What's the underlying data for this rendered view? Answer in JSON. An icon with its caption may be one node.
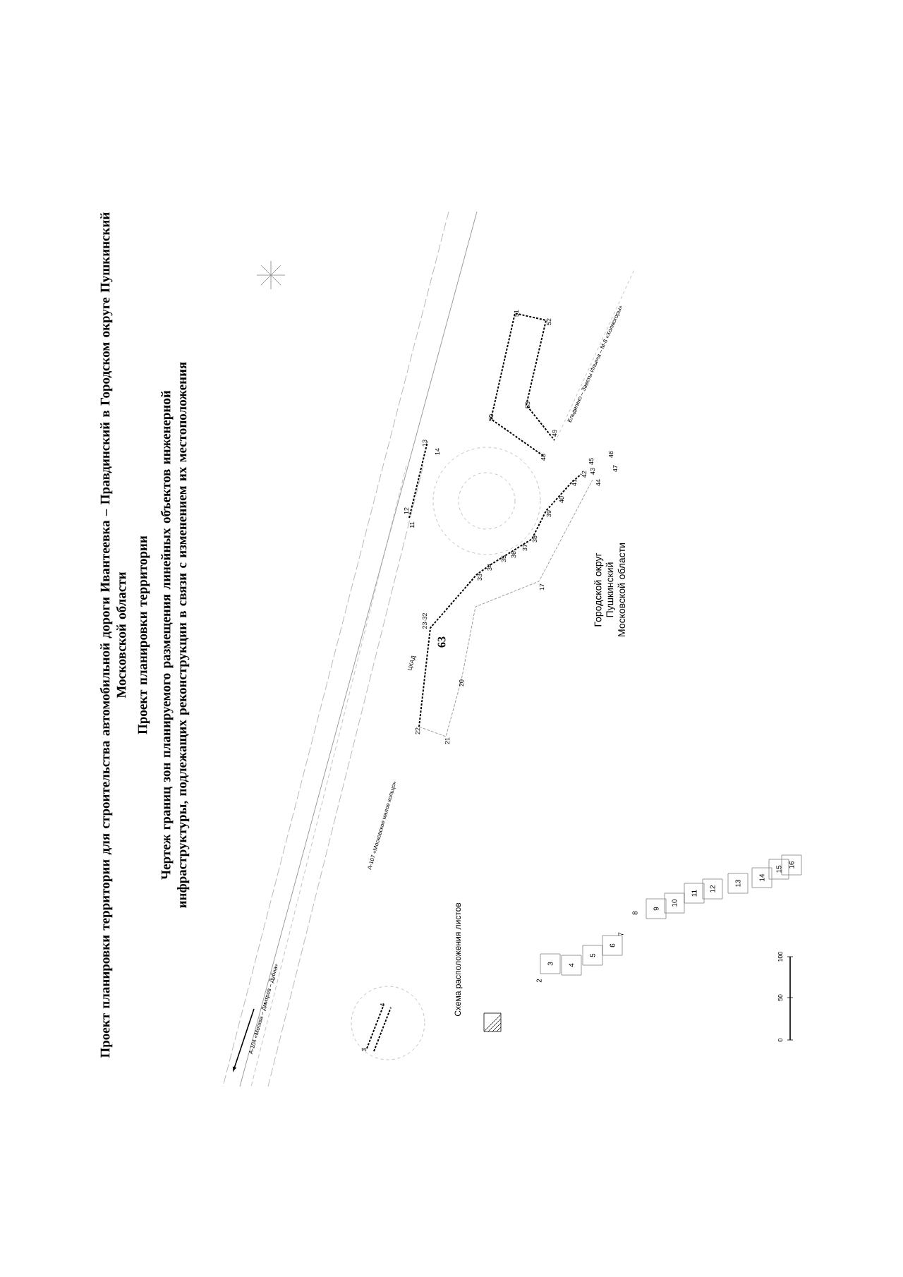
{
  "diagram": {
    "title": "Проект планировки территории для строительства автомобильной дороги Ивантеевка – Правдинский в Городском округе Пушкинский Московской области",
    "labels": [
      "63",
      "Проект планировки территории",
      "Чертеж границ зон планируемого размещения линейных объектов инженерной инфраструктуры, подлежащих реконструкции в связи с изменением их местоположения",
      "ЦКАД",
      "А-107 «Московское малое кольцо»",
      "А-104 «Москва – Дмитров – Дубна»",
      "Ельдигино – Заветы Ильича – М-8 «Холмогоры»",
      "Городской округ Пушкинский Московской области",
      "Схема расположения листов",
      "11",
      "12",
      "13",
      "14",
      "17",
      "20",
      "21",
      "22",
      "23-32",
      "33",
      "34",
      "35",
      "36",
      "37",
      "38",
      "39",
      "40",
      "41",
      "42",
      "43",
      "44",
      "45",
      "46",
      "47",
      "48",
      "49",
      "50",
      "51",
      "52",
      "53",
      "3",
      "4",
      "2",
      "3",
      "4",
      "5",
      "6",
      "7",
      "8",
      "9",
      "10",
      "11",
      "12",
      "13",
      "14",
      "15",
      "16",
      "0",
      "50",
      "100"
    ]
  }
}
